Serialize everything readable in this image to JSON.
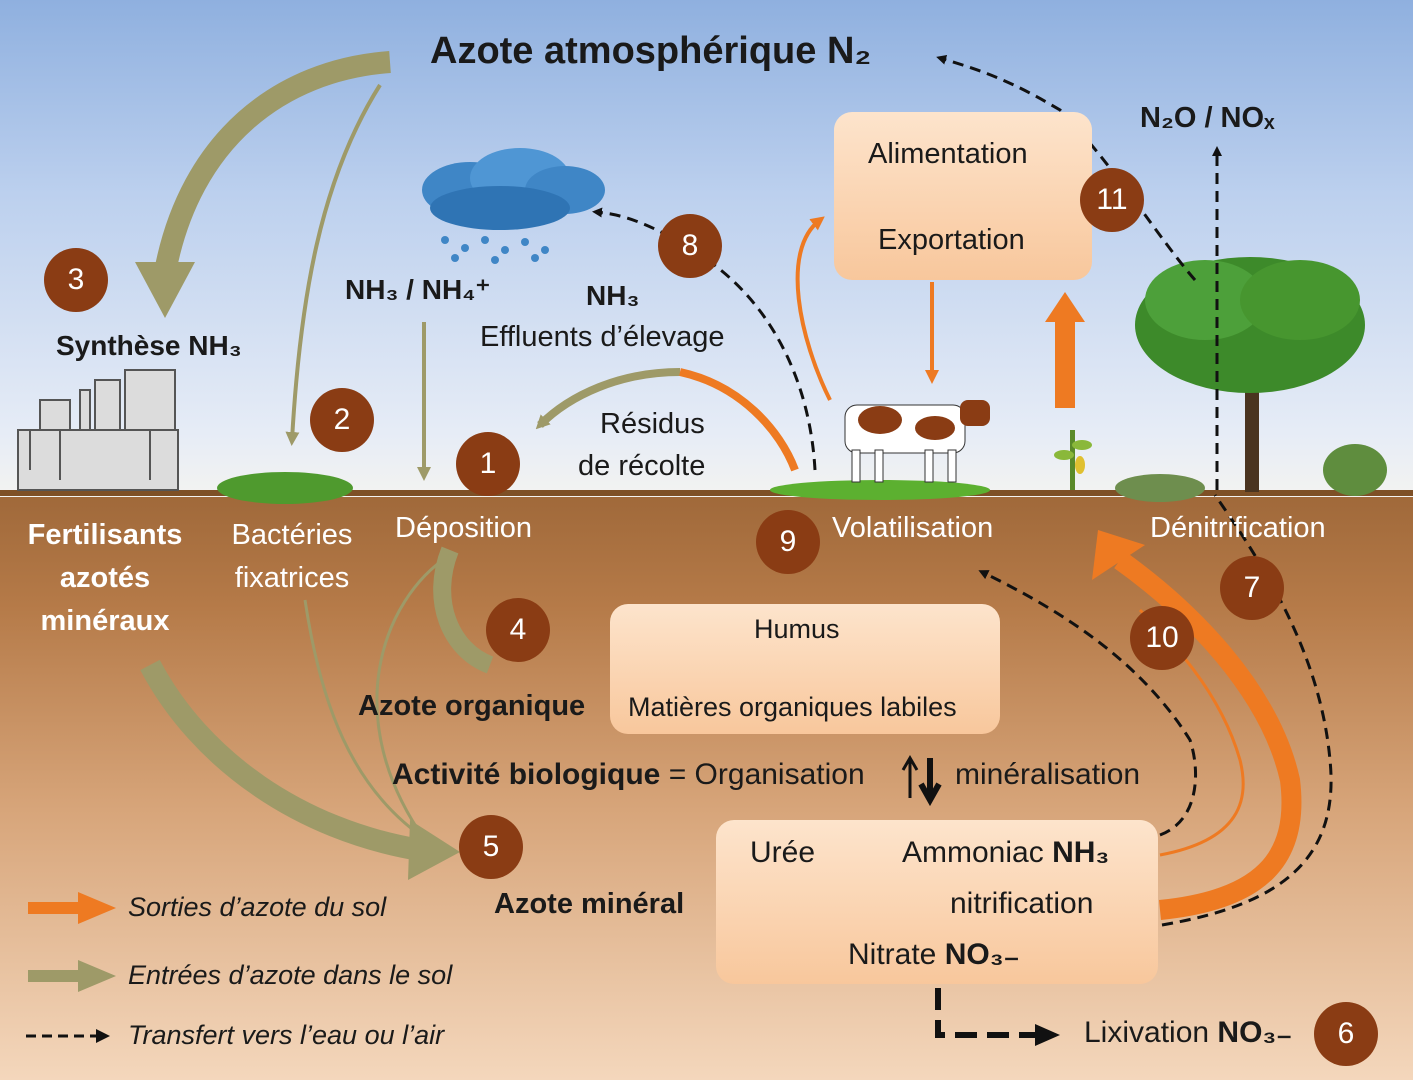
{
  "title": "Azote atmosphérique N₂",
  "labels": {
    "n2o_nox": "N₂O / NOₓ",
    "synthese": "Synthèse NH₃",
    "nh3_nh4": "NH₃ / NH₄⁺",
    "nh3": "NH₃",
    "effluents": "Effluents d’élevage",
    "residus_1": "Résidus",
    "residus_2": "de récolte",
    "fertilisants_1": "Fertilisants",
    "fertilisants_2": "azotés",
    "fertilisants_3": "minéraux",
    "bacteries_1": "Bactéries",
    "bacteries_2": "fixatrices",
    "deposition": "Déposition",
    "volatilisation": "Volatilisation",
    "denitrification": "Dénitrification",
    "azote_organique": "Azote organique",
    "activite_bold": "Activité biologique",
    "activite_rest": "= Organisation",
    "mineralisation": "minéralisation",
    "azote_mineral": "Azote minéral",
    "lixivation": "Lixivation",
    "lixivation_bold": "NO₃₋"
  },
  "boxes": {
    "alimentation": "Alimentation",
    "exportation": "Exportation",
    "humus": "Humus",
    "matieres": "Matières organiques labiles",
    "uree": "Urée",
    "ammoniac": "Ammoniac",
    "ammoniac_bold": "NH₃",
    "nitrification": "nitrification",
    "nitrate": "Nitrate",
    "nitrate_bold": "NO₃₋"
  },
  "badges": [
    "1",
    "2",
    "3",
    "4",
    "5",
    "6",
    "7",
    "8",
    "9",
    "10",
    "11"
  ],
  "legend": {
    "sorties": "Sorties d’azote du sol",
    "entrees": "Entrées d’azote dans le sol",
    "transfert": "Transfert vers l’eau ou l’air"
  },
  "colors": {
    "orange": "#ee7a22",
    "olive": "#9e9a68",
    "badge": "#8a3c14",
    "soil": "#a0693a"
  }
}
